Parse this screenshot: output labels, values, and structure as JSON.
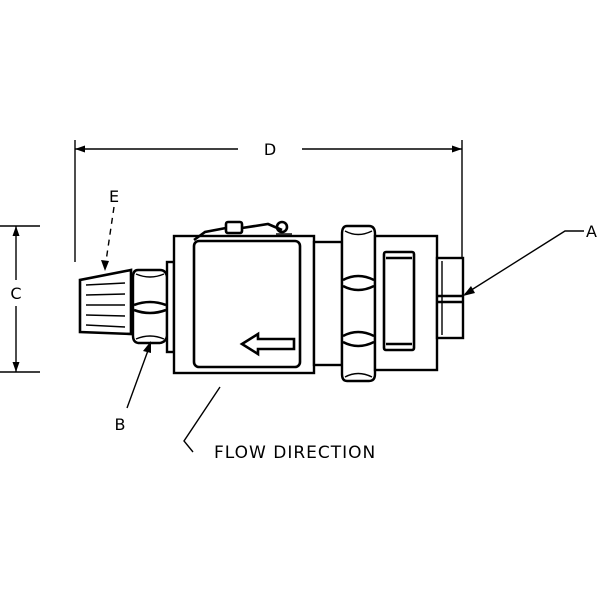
{
  "labels": {
    "a": "A",
    "b": "B",
    "c": "C",
    "d": "D",
    "e": "E",
    "flow": "FLOW DIRECTION"
  },
  "colors": {
    "ink": "#000000",
    "paper": "#ffffff"
  }
}
